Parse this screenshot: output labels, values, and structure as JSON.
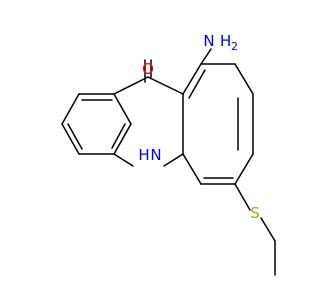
{
  "molecule": {
    "atoms": {
      "oxygen": {
        "symbol": "O",
        "color": "#ff0000"
      },
      "amine_n": {
        "symbol": "N",
        "h_count_symbol": "H",
        "subscript": "2",
        "color": "#0000ff"
      },
      "ring_nh": {
        "symbol": "N",
        "h_symbol": "H",
        "color": "#0000ff"
      },
      "sulfur": {
        "symbol": "S",
        "color": "#b2a800"
      }
    },
    "bond_color": "#000000"
  }
}
